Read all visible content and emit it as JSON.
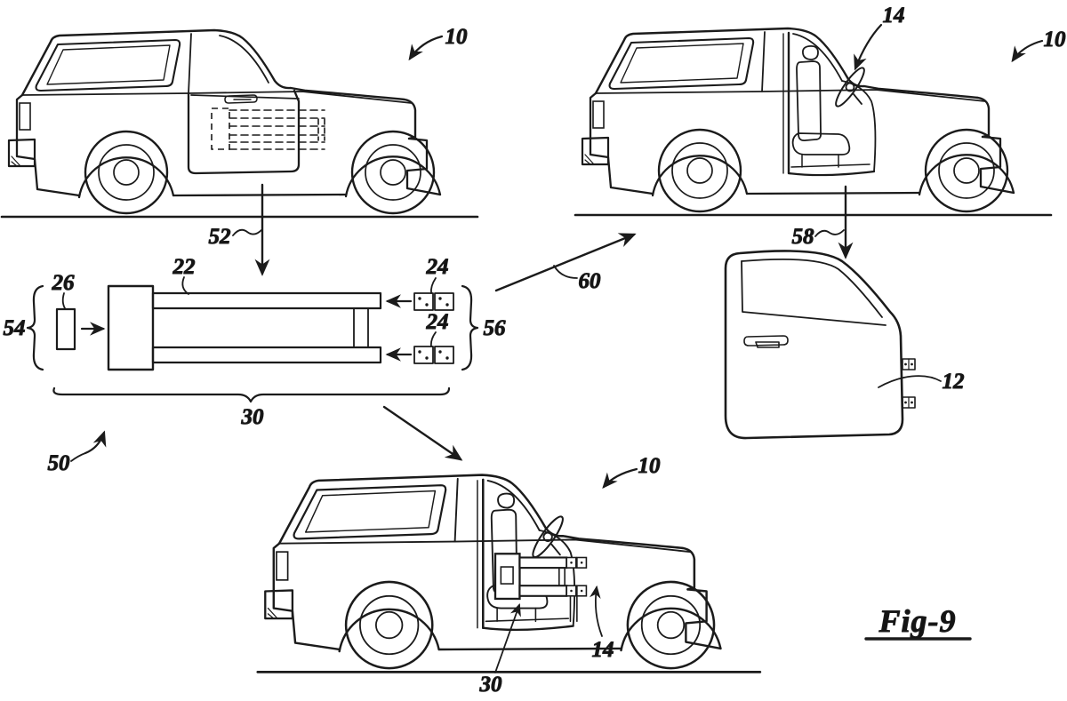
{
  "figure": {
    "caption": "Fig-9"
  },
  "labels": {
    "vehicle_top_left": "10",
    "vehicle_top_right": "10",
    "vehicle_bottom": "10",
    "interior_top_right": "14",
    "interior_bottom": "14",
    "door_panel": "12",
    "upper_rail": "22",
    "hinge_upper": "24",
    "hinge_lower": "24",
    "latch": "26",
    "tube_door_assembly": "30",
    "tube_door_installed": "30",
    "process": "50",
    "arrow_remove_tube_door": "52",
    "latch_group": "54",
    "hinge_group": "56",
    "arrow_install_panel_door": "58",
    "arrow_swap": "60"
  },
  "colors": {
    "ink": "#1b1b1b",
    "background": "#ffffff"
  }
}
